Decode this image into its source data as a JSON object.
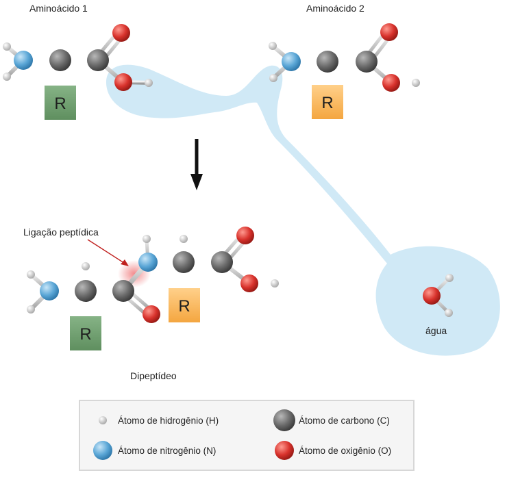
{
  "labels": {
    "aminoacid1": "Aminoácido 1",
    "aminoacid2": "Aminoácido 2",
    "peptide_bond": "Ligação peptídica",
    "dipeptide": "Dipeptídeo",
    "water": "água",
    "r_group": "R"
  },
  "legend": {
    "hydrogen": "Átomo de hidrogênio (H)",
    "carbon": "Átomo de carbono (C)",
    "nitrogen": "Átomo de nitrogênio (N)",
    "oxygen": "Átomo de oxigênio (O)"
  },
  "colors": {
    "hydrogen": "#d2d2d2",
    "carbon": "#6a6a6a",
    "nitrogen": "#5aa6d6",
    "oxygen": "#d8322c",
    "r_group_1": "#6f9f6f",
    "r_group_2": "#f6b24c",
    "water_bubble": "#cde8f6",
    "peptide_glow": "#f0787a",
    "pointer_line": "#c0201e"
  }
}
